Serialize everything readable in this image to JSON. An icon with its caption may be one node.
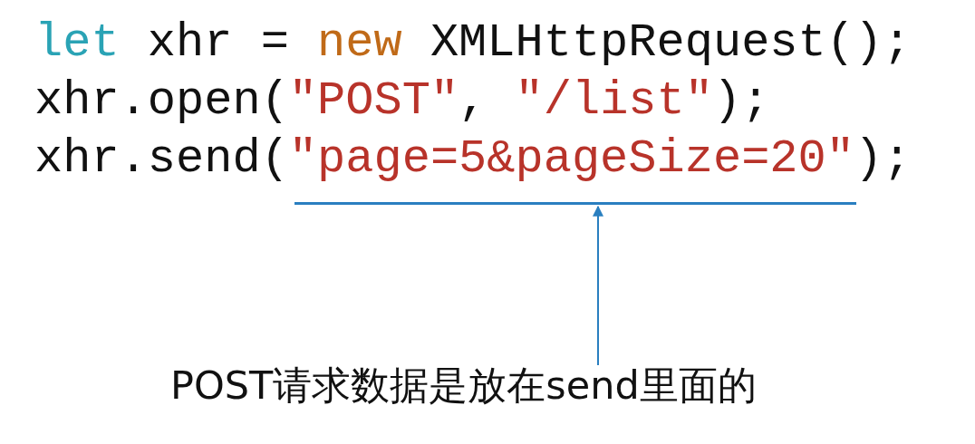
{
  "diagram": {
    "nodes": [
      {
        "text": [],
        "shape": "bar"
      },
      {
        "text": [
          "POST请求数据是放在send里面的"
        ]
      }
    ],
    "edges": [
      {
        "from": 1,
        "to": 0,
        "arrow": "to"
      }
    ],
    "labels": [
      "let xhr = new XMLHttpRequest();",
      "xhr.open(\"POST\", \"/list\");",
      "xhr.send(\"page=5&pageSize=20\");"
    ]
  }
}
